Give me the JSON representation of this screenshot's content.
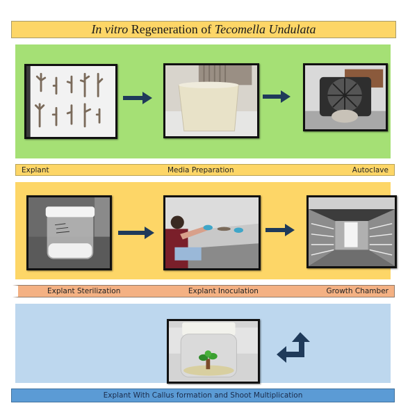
{
  "title": {
    "italic_part_1": "In vitro",
    "normal_part": " Regeneration of ",
    "italic_part_2": "Tecomella Undulata"
  },
  "stages": {
    "row1": {
      "labels": [
        "Explant",
        "Media Preparation",
        "Autoclave"
      ],
      "photos": [
        "explant-cuttings-photo",
        "media-container-photo",
        "autoclave-photo"
      ]
    },
    "row2": {
      "labels": [
        "Explant Sterilization",
        "Explant Inoculation",
        "Growth Chamber"
      ],
      "photos": [
        "sterilization-jar-photo",
        "inoculation-laminar-flow-photo",
        "growth-chamber-photo"
      ]
    },
    "row3": {
      "labels": [
        "Explant With Callus formation and Shoot Multiplication"
      ],
      "photos": [
        "callus-shoot-jar-photo"
      ]
    }
  },
  "colors": {
    "title_fill": "#FDD667",
    "row1_panel": "#A5E075",
    "row2_panel": "#FDD667",
    "row3_panel": "#BDD7EE",
    "label1_fill": "#FDD667",
    "label2_fill": "#F4B183",
    "label3_fill": "#5B9BD5",
    "arrow": "#1F3A5A"
  }
}
